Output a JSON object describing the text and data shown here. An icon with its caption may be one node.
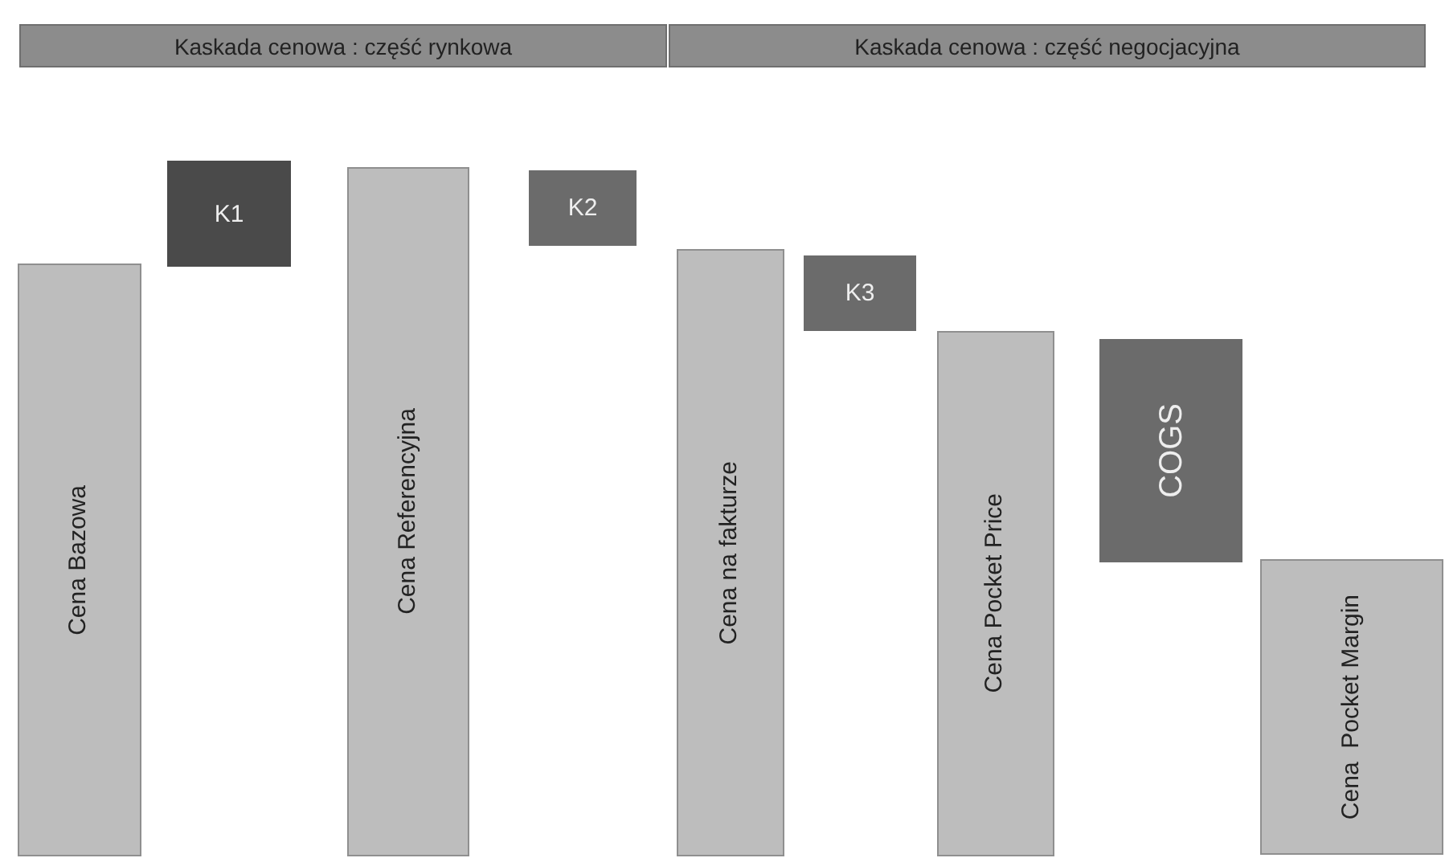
{
  "diagram": {
    "nodes": [
      {
        "text": [
          "Kaskada cenowa : część rynkowa"
        ]
      },
      {
        "text": [
          "Kaskada cenowa : część negocjacyjna"
        ]
      },
      {
        "text": [
          "Cena Bazowa"
        ]
      },
      {
        "text": [
          "K1"
        ]
      },
      {
        "text": [
          "Cena Referencyjna"
        ]
      },
      {
        "text": [
          "K2"
        ]
      },
      {
        "text": [
          "Cena na fakturze"
        ]
      },
      {
        "text": [
          "K3"
        ]
      },
      {
        "text": [
          "Cena Pocket Price"
        ]
      },
      {
        "text": [
          "COGS"
        ]
      },
      {
        "text": [
          "Cena  Pocket Margin"
        ]
      }
    ]
  }
}
